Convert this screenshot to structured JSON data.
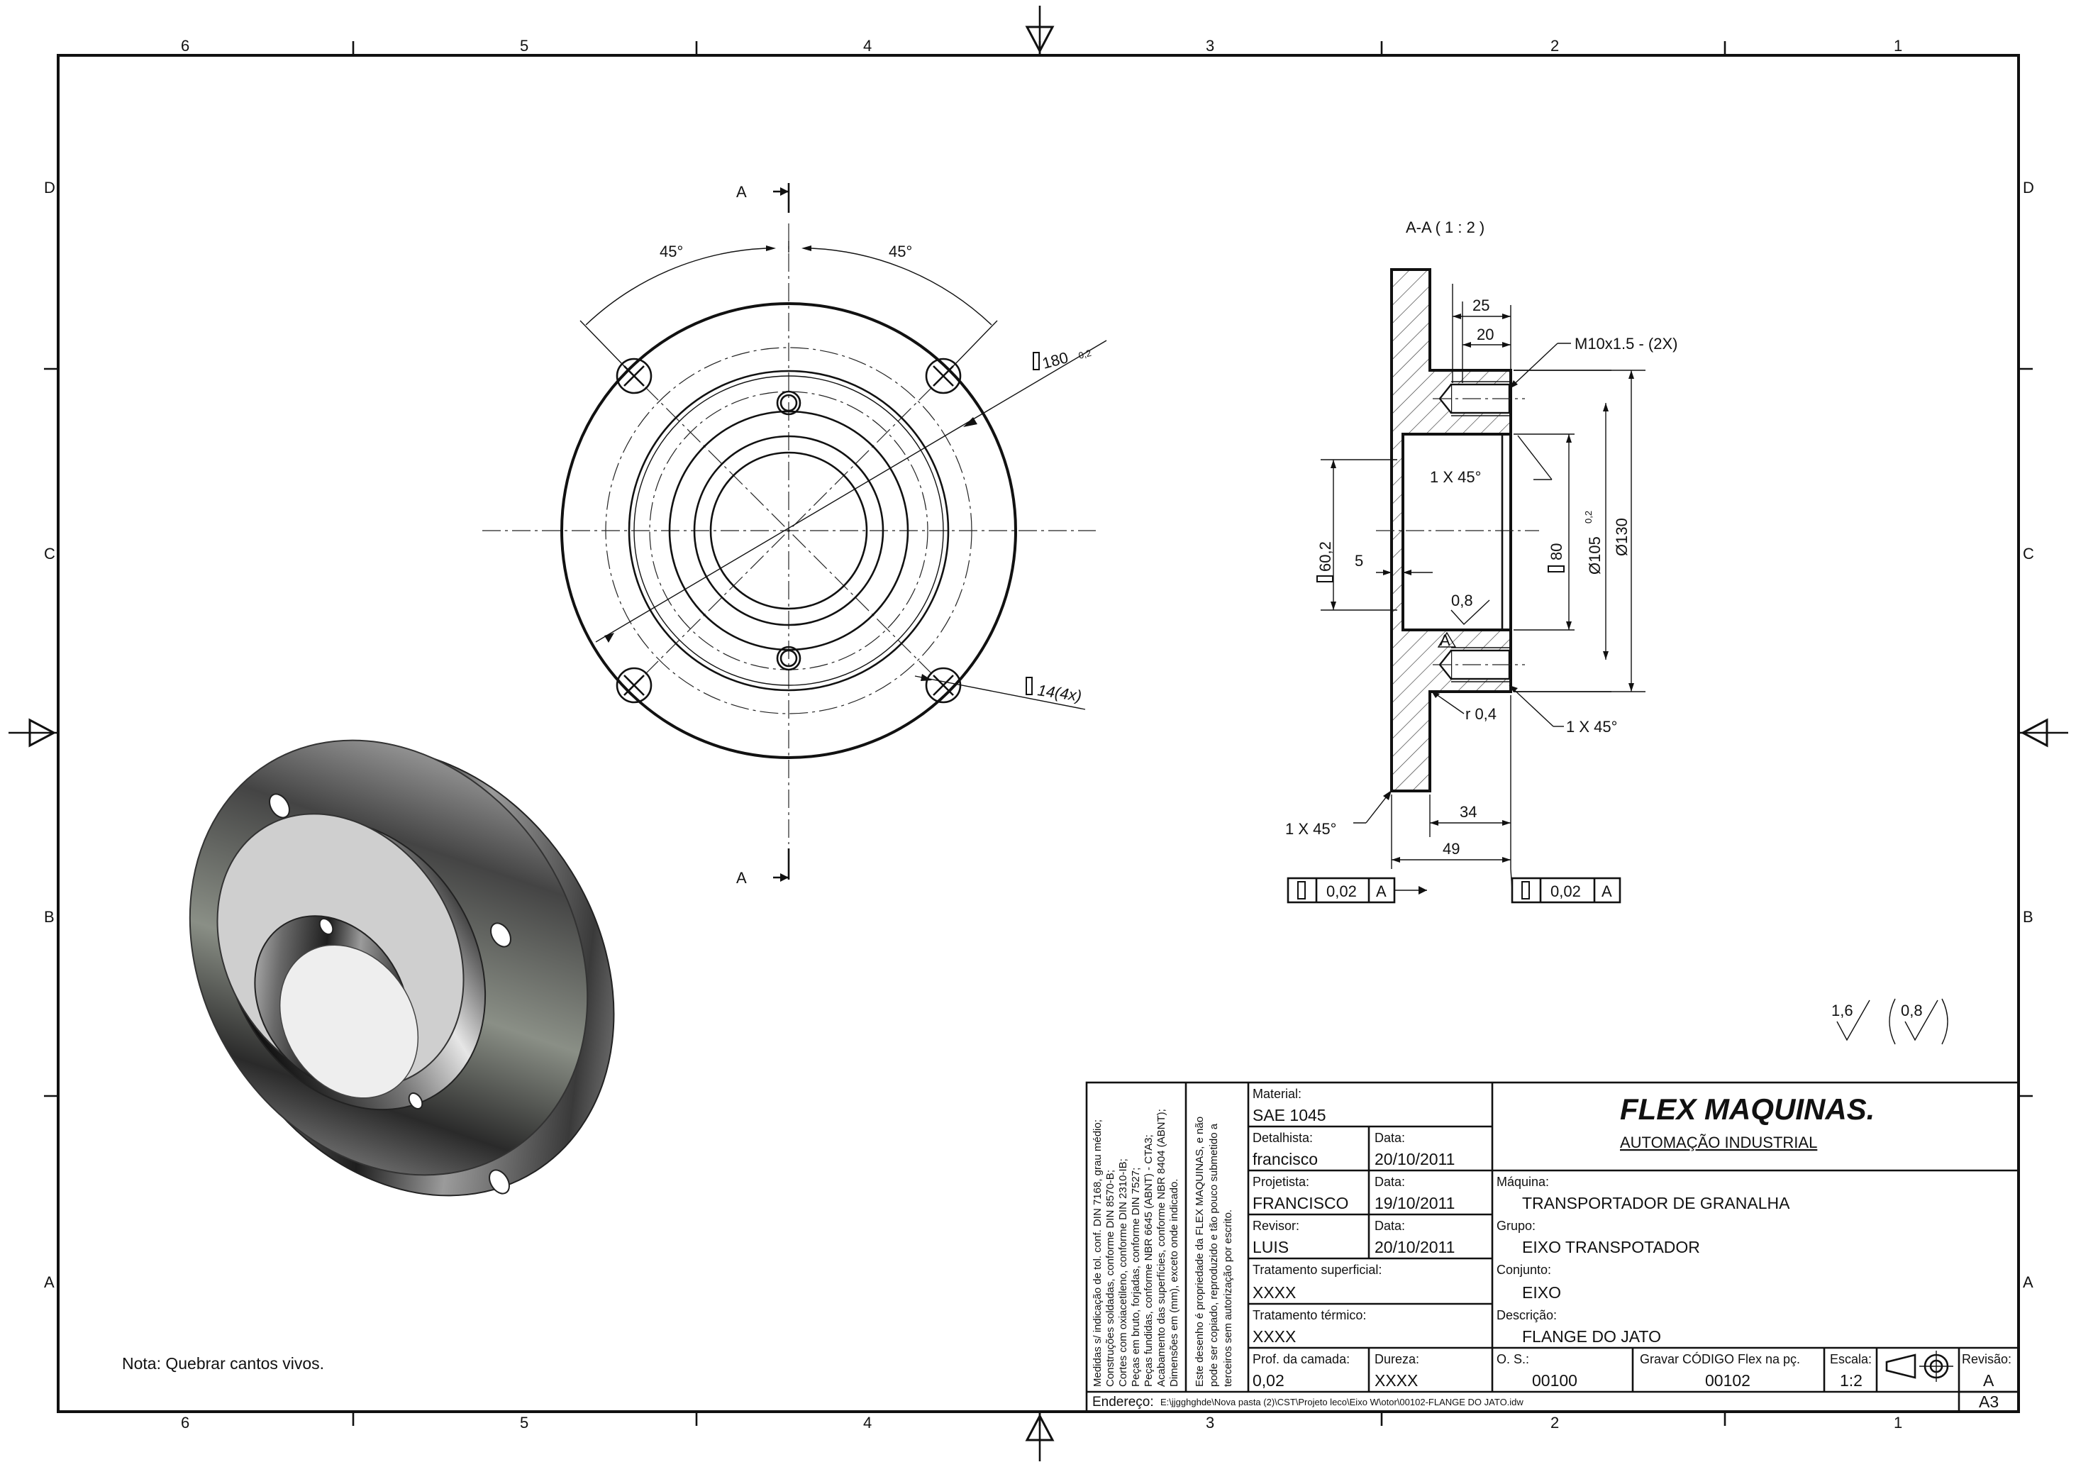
{
  "sheet": {
    "column_numbers": [
      "6",
      "5",
      "4",
      "3",
      "2",
      "1"
    ],
    "row_letters": [
      "D",
      "C",
      "B",
      "A"
    ],
    "note": "Nota: Quebrar cantos vivos."
  },
  "front_view": {
    "section_label": "A",
    "angle_left": "45°",
    "angle_right": "45°",
    "bolt_circle_dim": "180",
    "bolt_circle_tol": "0,2",
    "hole_dim": "14(4x)"
  },
  "section_view": {
    "title": "A-A  ( 1 : 2 )",
    "dim_25": "25",
    "dim_20": "20",
    "thread": "M10x1.5 - (2X)",
    "chamfer_inner": "1 X 45°",
    "dim_60": "60,2",
    "dim_5": "5",
    "dim_80": "80",
    "dim_105": "Ø105",
    "dim_105_tol": "0,2",
    "dim_130": "Ø130",
    "surface_08": "0,8",
    "surface_a": "A",
    "radius": "r 0,4",
    "chamfer_right": "1 X 45°",
    "chamfer_left": "1 X 45°",
    "dim_34": "34",
    "dim_49": "49",
    "tol_value": "0,02",
    "datum": "A"
  },
  "roughness": {
    "left": "1,6",
    "right": "0,8"
  },
  "title_block": {
    "company": "FLEX MAQUINAS.",
    "subtitle": "AUTOMAÇÃO INDUSTRIAL",
    "vertical_notes": [
      "Medidas s/ indicação de tol. conf. DIN 7168, grau médio;",
      "Construções soldadas, conforme DIN 8570-B;",
      "Cortes com oxiacetileno, conforme DIN 2310-IB;",
      "Peças em bruto, forjadas, conforme DIN 7527;",
      "Peças fundidas, conforme NBR 6645 (ABNT) - CTA3;",
      "Acabamento das superfícies, conforme NBR 8404 (ABNT);",
      "Dimensões em (mm), exceto onde indicado."
    ],
    "vertical_notes_2": [
      "Este desenho é propriedade da FLEX MAQUINAS, e não",
      "pode ser copiado, reproduzido e tão pouco submetido a",
      "terceiros sem autorização por escrito."
    ],
    "material_label": "Material:",
    "material_value": "SAE 1045",
    "detalhista_label": "Detalhista:",
    "detalhista_value": "francisco",
    "data_label": "Data:",
    "data1_value": "20/10/2011",
    "projetista_label": "Projetista:",
    "projetista_value": "FRANCISCO",
    "data2_value": "19/10/2011",
    "revisor_label": "Revisor:",
    "revisor_value": "LUIS",
    "data3_value": "20/10/2011",
    "trat_sup_label": "Tratamento superficial:",
    "trat_sup_value": "XXXX",
    "trat_term_label": "Tratamento térmico:",
    "trat_term_value": "XXXX",
    "prof_label": "Prof. da camada:",
    "prof_value": "0,02",
    "dureza_label": "Dureza:",
    "dureza_value": "XXXX",
    "maquina_label": "Máquina:",
    "maquina_value": "TRANSPORTADOR DE GRANALHA",
    "grupo_label": "Grupo:",
    "grupo_value": "EIXO TRANSPOTADOR",
    "conjunto_label": "Conjunto:",
    "conjunto_value": "EIXO",
    "descricao_label": "Descrição:",
    "descricao_value": "FLANGE DO JATO",
    "os_label": "O. S.:",
    "os_value": "00100",
    "gravar_label": "Gravar CÓDIGO Flex na pç.",
    "gravar_value": "00102",
    "escala_label": "Escala:",
    "escala_value": "1:2",
    "revisao_label": "Revisão:",
    "revisao_value": "A",
    "formato_value": "A3",
    "endereco_label": "Endereço:",
    "endereco_value": "E:\\jjgghghde\\Nova pasta (2)\\CST\\Projeto leco\\Eixo W\\otor\\00102-FLANGE DO JATO.idw"
  }
}
